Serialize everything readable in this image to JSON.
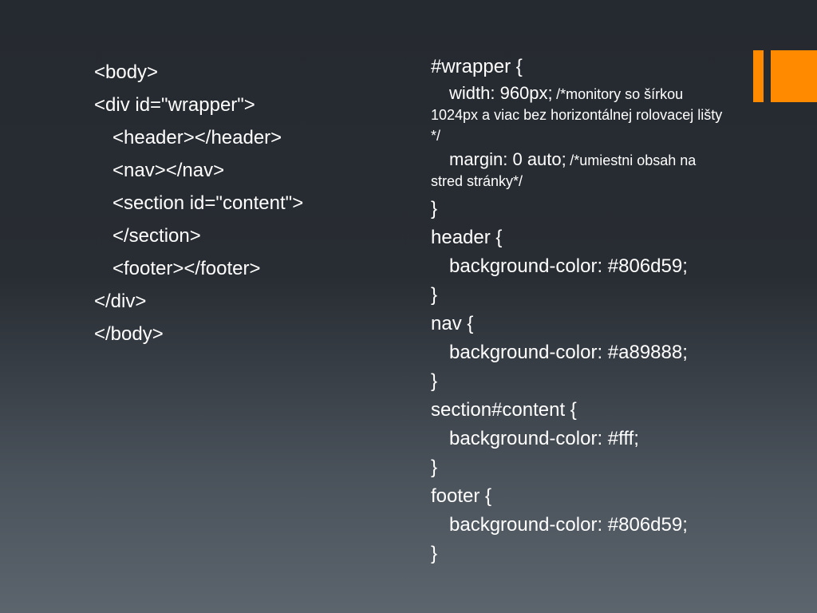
{
  "colors": {
    "accent": "#ff8a00",
    "text": "#ffffff",
    "background_top": "#252a30",
    "background_bottom": "#5c646d"
  },
  "html_code": [
    "<body>",
    "<div id=\"wrapper\">",
    "<header></header>",
    "<nav></nav>",
    "<section id=\"content\">",
    "</section>",
    "<footer></footer>",
    "</div>",
    "</body>"
  ],
  "css_code": {
    "wrapper_open": "#wrapper {",
    "width_decl": "width: 960px;",
    "width_comment": "/*monitory so šírkou 1024px a viac bez horizontálnej rolovacej lišty */",
    "margin_decl": "margin: 0 auto;",
    "margin_comment": "/*umiestni obsah na stred stránky*/",
    "wrapper_close": "}",
    "header_open": "header {",
    "header_bg": "background-color: #806d59;",
    "header_close": "}",
    "nav_open": "nav {",
    "nav_bg": "background-color: #a89888;",
    "nav_close": "}",
    "section_open": "section#content {",
    "section_bg": "background-color: #fff;",
    "section_close": "}",
    "footer_open": "footer {",
    "footer_bg": "background-color: #806d59;",
    "footer_close": "}"
  }
}
